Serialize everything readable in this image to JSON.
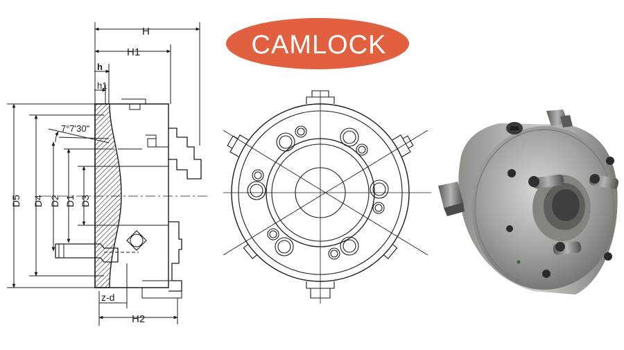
{
  "brand": {
    "label": "CAMLOCK",
    "badge_color": "#e1603f",
    "text_color": "#ffffff"
  },
  "side_view": {
    "top_dimensions": [
      "H",
      "H1",
      "h",
      "h1"
    ],
    "angle_label": "7°7'30\"",
    "diameter_labels": [
      "D5",
      "D4",
      "D2",
      "D1",
      "D3"
    ],
    "bottom_dimensions": [
      "z-d",
      "H2"
    ]
  },
  "front_view": {
    "description_icon": "chuck-front-view-drawing"
  },
  "photo": {
    "icon": "three-jaw-chuck-photo",
    "metal_color": "#9a9a97"
  }
}
